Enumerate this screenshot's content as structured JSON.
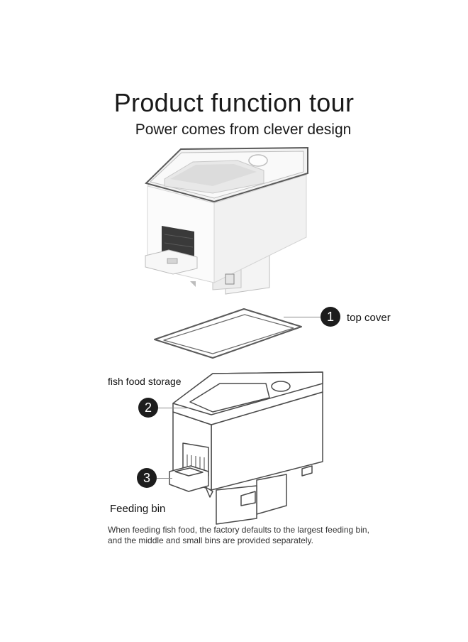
{
  "header": {
    "title": "Product function tour",
    "subtitle": "Power comes from clever design"
  },
  "callouts": [
    {
      "number": "1",
      "label": "top cover"
    },
    {
      "number": "2",
      "label": "fish food storage"
    },
    {
      "number": "3",
      "label": "Feeding bin"
    }
  ],
  "note": "When feeding fish food, the factory defaults to the largest feeding bin, and the middle and small bins are provided separately.",
  "colors": {
    "badge": "#1d1d1d",
    "device_body": "#f7f7f7",
    "outline": "#4a4a4a"
  }
}
